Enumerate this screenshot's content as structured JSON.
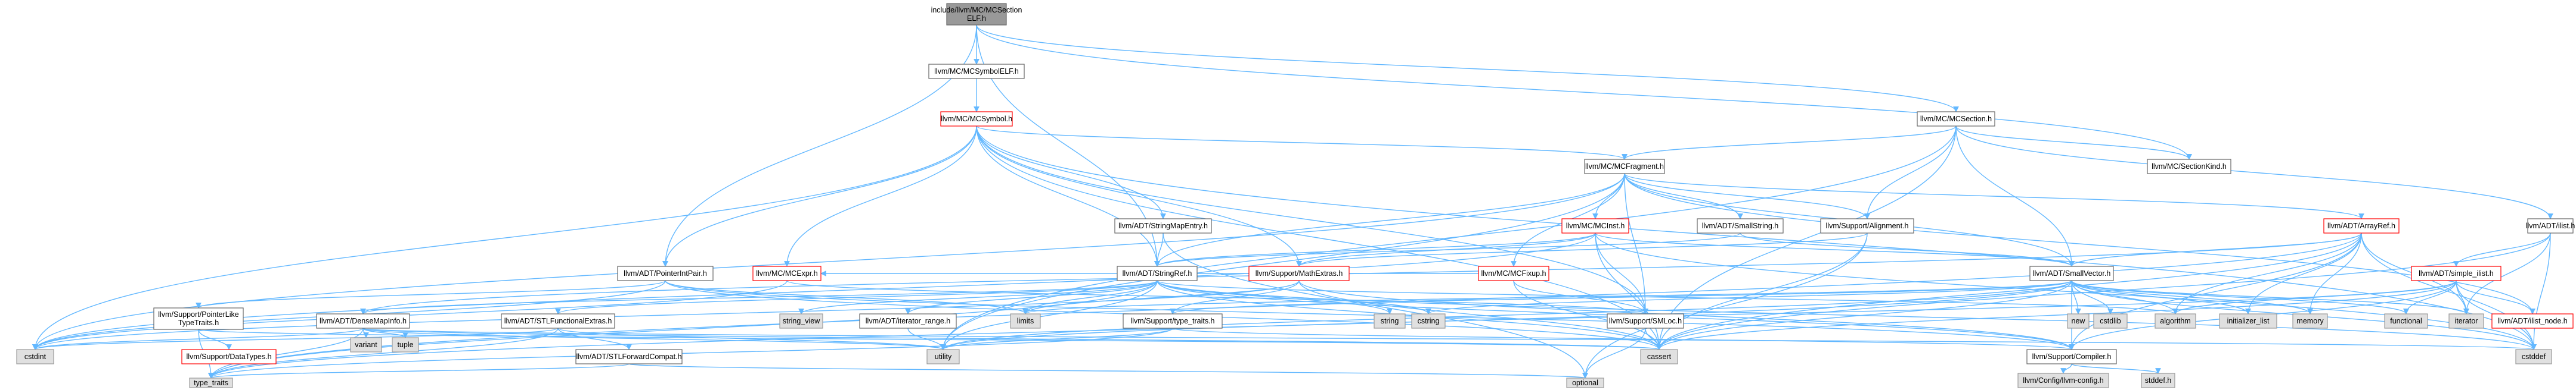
{
  "title": "include/llvm/MC/MCSectionELF.h",
  "colors": {
    "edge": "#63b8ff",
    "root_fill": "#999999",
    "node_border": "#666666",
    "link_node_border": "#ff0000",
    "system_fill": "#e0e0e0",
    "system_border": "#999999",
    "node_fill": "#ffffff",
    "text": "#000000"
  },
  "nodes": [
    {
      "id": "root",
      "label": "include/llvm/MC/MCSection\nELF.h",
      "kind": "root"
    },
    {
      "id": "MCSymbolELF",
      "label": "llvm/MC/MCSymbolELF.h",
      "kind": "normal"
    },
    {
      "id": "MCSymbol",
      "label": "llvm/MC/MCSymbol.h",
      "kind": "link"
    },
    {
      "id": "MCSection",
      "label": "llvm/MC/MCSection.h",
      "kind": "normal"
    },
    {
      "id": "MCFragment",
      "label": "llvm/MC/MCFragment.h",
      "kind": "normal"
    },
    {
      "id": "SectionKind",
      "label": "llvm/MC/SectionKind.h",
      "kind": "normal"
    },
    {
      "id": "StringMapEntry",
      "label": "llvm/ADT/StringMapEntry.h",
      "kind": "normal"
    },
    {
      "id": "MCInst",
      "label": "llvm/MC/MCInst.h",
      "kind": "link"
    },
    {
      "id": "SmallString",
      "label": "llvm/ADT/SmallString.h",
      "kind": "normal"
    },
    {
      "id": "Alignment",
      "label": "llvm/Support/Alignment.h",
      "kind": "normal"
    },
    {
      "id": "ArrayRef",
      "label": "llvm/ADT/ArrayRef.h",
      "kind": "link"
    },
    {
      "id": "ilist",
      "label": "llvm/ADT/ilist.h",
      "kind": "normal"
    },
    {
      "id": "PointerIntPair",
      "label": "llvm/ADT/PointerIntPair.h",
      "kind": "normal"
    },
    {
      "id": "MCExpr",
      "label": "llvm/MC/MCExpr.h",
      "kind": "link"
    },
    {
      "id": "StringRef",
      "label": "llvm/ADT/StringRef.h",
      "kind": "normal"
    },
    {
      "id": "MathExtras",
      "label": "llvm/Support/MathExtras.h",
      "kind": "link"
    },
    {
      "id": "MCFixup",
      "label": "llvm/MC/MCFixup.h",
      "kind": "link"
    },
    {
      "id": "SmallVector",
      "label": "llvm/ADT/SmallVector.h",
      "kind": "normal"
    },
    {
      "id": "simple_ilist",
      "label": "llvm/ADT/simple_ilist.h",
      "kind": "link"
    },
    {
      "id": "PointerLikeTypeTraits",
      "label": "llvm/Support/PointerLike\nTypeTraits.h",
      "kind": "normal"
    },
    {
      "id": "DenseMapInfo",
      "label": "llvm/ADT/DenseMapInfo.h",
      "kind": "normal"
    },
    {
      "id": "STLFunctionalExtras",
      "label": "llvm/ADT/STLFunctionalExtras.h",
      "kind": "normal"
    },
    {
      "id": "iterator_range",
      "label": "llvm/ADT/iterator_range.h",
      "kind": "normal"
    },
    {
      "id": "type_traits_h",
      "label": "llvm/Support/type_traits.h",
      "kind": "normal"
    },
    {
      "id": "SMLoc",
      "label": "llvm/Support/SMLoc.h",
      "kind": "normal"
    },
    {
      "id": "DataTypes",
      "label": "llvm/Support/DataTypes.h",
      "kind": "link"
    },
    {
      "id": "STLForwardCompat",
      "label": "llvm/ADT/STLForwardCompat.h",
      "kind": "normal"
    },
    {
      "id": "Compiler",
      "label": "llvm/Support/Compiler.h",
      "kind": "normal"
    },
    {
      "id": "llvm-config",
      "label": "llvm/Config/llvm-config.h",
      "kind": "system"
    },
    {
      "id": "ilist_node",
      "label": "llvm/ADT/ilist_node.h",
      "kind": "link"
    },
    {
      "id": "cstdint",
      "label": "cstdint",
      "kind": "system"
    },
    {
      "id": "variant",
      "label": "variant",
      "kind": "system"
    },
    {
      "id": "tuple",
      "label": "tuple",
      "kind": "system"
    },
    {
      "id": "type_traits",
      "label": "type_traits",
      "kind": "system"
    },
    {
      "id": "string_view",
      "label": "string_view",
      "kind": "system"
    },
    {
      "id": "limits",
      "label": "limits",
      "kind": "system"
    },
    {
      "id": "utility",
      "label": "utility",
      "kind": "system"
    },
    {
      "id": "string",
      "label": "string",
      "kind": "system"
    },
    {
      "id": "cstring",
      "label": "cstring",
      "kind": "system"
    },
    {
      "id": "cassert",
      "label": "cassert",
      "kind": "system"
    },
    {
      "id": "optional",
      "label": "optional",
      "kind": "system"
    },
    {
      "id": "new",
      "label": "new",
      "kind": "system"
    },
    {
      "id": "cstdlib",
      "label": "cstdlib",
      "kind": "system"
    },
    {
      "id": "algorithm",
      "label": "algorithm",
      "kind": "system"
    },
    {
      "id": "initializer_list",
      "label": "initializer_list",
      "kind": "system"
    },
    {
      "id": "memory",
      "label": "memory",
      "kind": "system"
    },
    {
      "id": "functional",
      "label": "functional",
      "kind": "system"
    },
    {
      "id": "iterator",
      "label": "iterator",
      "kind": "system"
    },
    {
      "id": "cstddef",
      "label": "cstddef",
      "kind": "system"
    },
    {
      "id": "cstddef_h",
      "label": "stddef.h",
      "kind": "system"
    }
  ],
  "edges": [
    [
      "root",
      "MCSymbolELF"
    ],
    [
      "root",
      "MCSection"
    ],
    [
      "root",
      "SectionKind"
    ],
    [
      "root",
      "PointerIntPair"
    ],
    [
      "root",
      "StringRef"
    ],
    [
      "MCSymbolELF",
      "MCSymbol"
    ],
    [
      "MCSymbol",
      "MCFragment"
    ],
    [
      "MCSymbol",
      "StringMapEntry"
    ],
    [
      "MCSymbol",
      "PointerIntPair"
    ],
    [
      "MCSymbol",
      "MCExpr"
    ],
    [
      "MCSymbol",
      "StringRef"
    ],
    [
      "MCSymbol",
      "MathExtras"
    ],
    [
      "MCSymbol",
      "cstdint"
    ],
    [
      "MCSymbol",
      "cassert"
    ],
    [
      "MCSymbol",
      "cstddef"
    ],
    [
      "MCSymbol",
      "SMLoc"
    ],
    [
      "MCSection",
      "MCFragment"
    ],
    [
      "MCSection",
      "SectionKind"
    ],
    [
      "MCSection",
      "Alignment"
    ],
    [
      "MCSection",
      "SmallVector"
    ],
    [
      "MCSection",
      "ilist"
    ],
    [
      "MCSection",
      "cassert"
    ],
    [
      "MCSection",
      "utility"
    ],
    [
      "MCFragment",
      "MCInst"
    ],
    [
      "MCFragment",
      "SmallString"
    ],
    [
      "MCFragment",
      "Alignment"
    ],
    [
      "MCFragment",
      "ArrayRef"
    ],
    [
      "MCFragment",
      "SmallVector"
    ],
    [
      "MCFragment",
      "StringRef"
    ],
    [
      "MCFragment",
      "MCFixup"
    ],
    [
      "MCFragment",
      "SMLoc"
    ],
    [
      "MCFragment",
      "ilist_node"
    ],
    [
      "MCFragment",
      "cstdint"
    ],
    [
      "MCFragment",
      "utility"
    ],
    [
      "StringMapEntry",
      "StringRef"
    ],
    [
      "StringMapEntry",
      "optional"
    ],
    [
      "MCInst",
      "SmallVector"
    ],
    [
      "MCInst",
      "StringRef"
    ],
    [
      "MCInst",
      "SMLoc"
    ],
    [
      "MCInst",
      "cassert"
    ],
    [
      "MCInst",
      "cstddef"
    ],
    [
      "MCInst",
      "cstdint"
    ],
    [
      "MCInst",
      "MathExtras"
    ],
    [
      "SmallString",
      "SmallVector"
    ],
    [
      "SmallString",
      "StringRef"
    ],
    [
      "Alignment",
      "MathExtras"
    ],
    [
      "Alignment",
      "cassert"
    ],
    [
      "Alignment",
      "optional"
    ],
    [
      "ArrayRef",
      "SmallVector"
    ],
    [
      "ArrayRef",
      "Compiler"
    ],
    [
      "ArrayRef",
      "algorithm"
    ],
    [
      "ArrayRef",
      "initializer_list"
    ],
    [
      "ArrayRef",
      "memory"
    ],
    [
      "ArrayRef",
      "iterator"
    ],
    [
      "ArrayRef",
      "cassert"
    ],
    [
      "ArrayRef",
      "cstddef"
    ],
    [
      "ArrayRef",
      "type_traits"
    ],
    [
      "ArrayRef",
      "DenseMapInfo"
    ],
    [
      "ilist",
      "simple_ilist"
    ],
    [
      "ilist",
      "cassert"
    ],
    [
      "ilist",
      "cstddef"
    ],
    [
      "ilist",
      "iterator"
    ],
    [
      "PointerIntPair",
      "PointerLikeTypeTraits"
    ],
    [
      "PointerIntPair",
      "Compiler"
    ],
    [
      "PointerIntPair",
      "cassert"
    ],
    [
      "PointerIntPair",
      "cstdint"
    ],
    [
      "PointerIntPair",
      "limits"
    ],
    [
      "MCExpr",
      "SMLoc"
    ],
    [
      "MCExpr",
      "cstdint"
    ],
    [
      "StringRef",
      "DenseMapInfo"
    ],
    [
      "StringRef",
      "STLFunctionalExtras"
    ],
    [
      "StringRef",
      "iterator_range"
    ],
    [
      "StringRef",
      "Compiler"
    ],
    [
      "StringRef",
      "algorithm"
    ],
    [
      "StringRef",
      "cassert"
    ],
    [
      "StringRef",
      "cstddef"
    ],
    [
      "StringRef",
      "cstring"
    ],
    [
      "StringRef",
      "limits"
    ],
    [
      "StringRef",
      "string"
    ],
    [
      "StringRef",
      "string_view"
    ],
    [
      "StringRef",
      "type_traits"
    ],
    [
      "StringRef",
      "utility"
    ],
    [
      "MathExtras",
      "Compiler"
    ],
    [
      "MathExtras",
      "type_traits_h"
    ],
    [
      "MathExtras",
      "cassert"
    ],
    [
      "MathExtras",
      "limits"
    ],
    [
      "MathExtras",
      "cstdint"
    ],
    [
      "MCFixup",
      "MCExpr"
    ],
    [
      "MCFixup",
      "SMLoc"
    ],
    [
      "MCFixup",
      "cassert"
    ],
    [
      "SmallVector",
      "Compiler"
    ],
    [
      "SmallVector",
      "type_traits_h"
    ],
    [
      "SmallVector",
      "algorithm"
    ],
    [
      "SmallVector",
      "cassert"
    ],
    [
      "SmallVector",
      "cstddef"
    ],
    [
      "SmallVector",
      "cstdlib"
    ],
    [
      "SmallVector",
      "cstring"
    ],
    [
      "SmallVector",
      "functional"
    ],
    [
      "SmallVector",
      "initializer_list"
    ],
    [
      "SmallVector",
      "iterator"
    ],
    [
      "SmallVector",
      "limits"
    ],
    [
      "SmallVector",
      "memory"
    ],
    [
      "SmallVector",
      "new"
    ],
    [
      "SmallVector",
      "type_traits"
    ],
    [
      "SmallVector",
      "utility"
    ],
    [
      "simple_ilist",
      "ilist_node"
    ],
    [
      "simple_ilist",
      "Compiler"
    ],
    [
      "simple_ilist",
      "algorithm"
    ],
    [
      "simple_ilist",
      "cassert"
    ],
    [
      "simple_ilist",
      "cstddef"
    ],
    [
      "simple_ilist",
      "functional"
    ],
    [
      "simple_ilist",
      "iterator"
    ],
    [
      "simple_ilist",
      "utility"
    ],
    [
      "PointerLikeTypeTraits",
      "DataTypes"
    ],
    [
      "PointerLikeTypeTraits",
      "cassert"
    ],
    [
      "PointerLikeTypeTraits",
      "type_traits"
    ],
    [
      "DenseMapInfo",
      "cassert"
    ],
    [
      "DenseMapInfo",
      "cstddef"
    ],
    [
      "DenseMapInfo",
      "cstdint"
    ],
    [
      "DenseMapInfo",
      "tuple"
    ],
    [
      "DenseMapInfo",
      "type_traits"
    ],
    [
      "DenseMapInfo",
      "utility"
    ],
    [
      "DenseMapInfo",
      "variant"
    ],
    [
      "STLFunctionalExtras",
      "STLForwardCompat"
    ],
    [
      "STLFunctionalExtras",
      "type_traits"
    ],
    [
      "STLFunctionalExtras",
      "utility"
    ],
    [
      "STLFunctionalExtras",
      "cstdint"
    ],
    [
      "iterator_range",
      "utility"
    ],
    [
      "type_traits_h",
      "Compiler"
    ],
    [
      "type_traits_h",
      "type_traits"
    ],
    [
      "type_traits_h",
      "utility"
    ],
    [
      "SMLoc",
      "cassert"
    ],
    [
      "SMLoc",
      "optional"
    ],
    [
      "STLForwardCompat",
      "optional"
    ],
    [
      "STLForwardCompat",
      "type_traits"
    ],
    [
      "Compiler",
      "llvm-config"
    ],
    [
      "Compiler",
      "cstddef_h"
    ]
  ]
}
